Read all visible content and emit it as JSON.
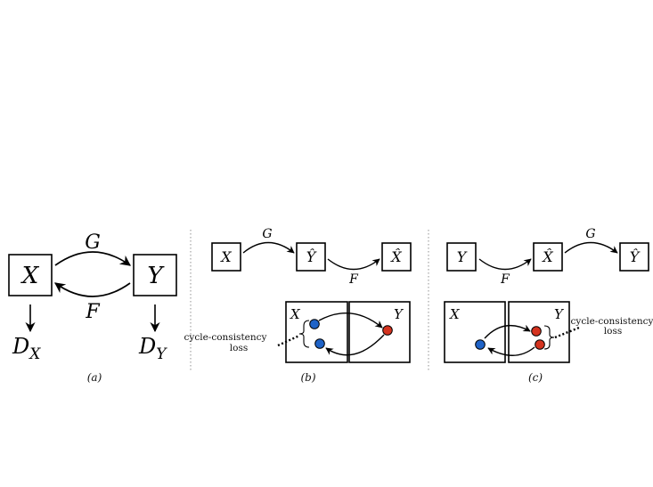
{
  "colors": {
    "blue": "#1f63c7",
    "red": "#d4331f",
    "ink": "#000000",
    "separator": "#777777"
  },
  "panel_a": {
    "x": "X",
    "y": "Y",
    "g": "G",
    "f": "F",
    "dx_base": "D",
    "dx_sub": "X",
    "dy_base": "D",
    "dy_sub": "Y",
    "caption": "(a)"
  },
  "panel_b": {
    "top_x": "X",
    "top_yhat": "Ŷ",
    "top_xhat": "X̂",
    "g": "G",
    "f": "F",
    "left_box_label": "X",
    "right_box_label": "Y",
    "loss_line1": "cycle-consistency",
    "loss_line2": "loss",
    "caption": "(b)"
  },
  "panel_c": {
    "top_y": "Y",
    "top_xhat": "X̂",
    "top_yhat": "Ŷ",
    "f": "F",
    "g": "G",
    "left_box_label": "X",
    "right_box_label": "Y",
    "loss_line1": "cycle-consistency",
    "loss_line2": "loss",
    "caption": "(c)"
  }
}
